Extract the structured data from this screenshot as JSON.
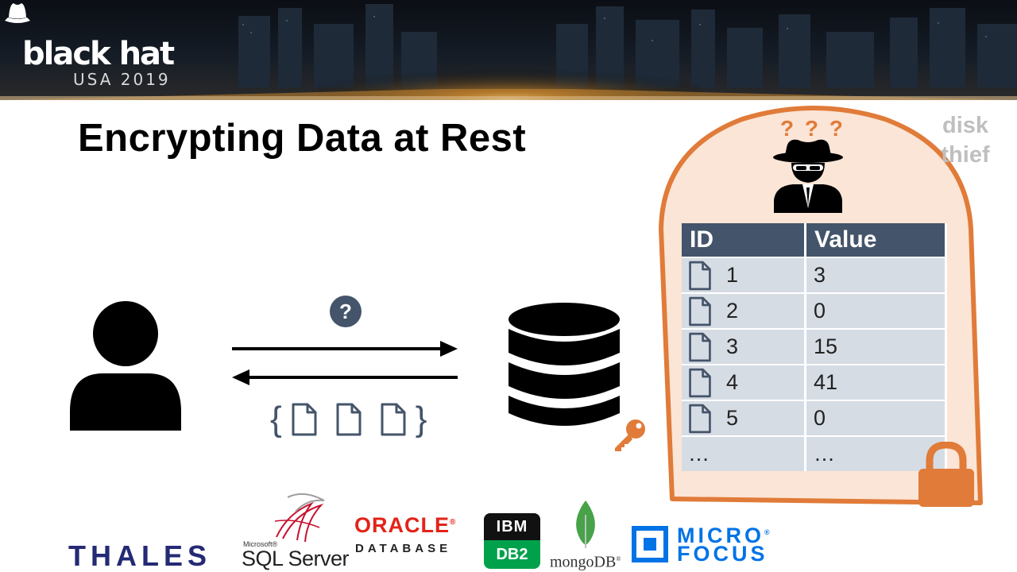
{
  "banner": {
    "brand": "black hat",
    "event": "USA 2019"
  },
  "slide": {
    "title": "Encrypting Data at Rest",
    "thief_label_line1": "disk",
    "thief_label_line2": "thief",
    "question_marks": "? ? ?"
  },
  "table": {
    "headers": [
      "ID",
      "Value"
    ],
    "rows": [
      {
        "id": "1",
        "value": "3"
      },
      {
        "id": "2",
        "value": "0"
      },
      {
        "id": "3",
        "value": "15"
      },
      {
        "id": "4",
        "value": "41"
      },
      {
        "id": "5",
        "value": "0"
      },
      {
        "id": "…",
        "value": "…"
      }
    ]
  },
  "flow": {
    "question_symbol": "?",
    "response_open": "{",
    "response_close": "}"
  },
  "logos": {
    "thales": "THALES",
    "sqlserver_small": "Microsoft®",
    "sqlserver": "SQL Server",
    "oracle": "ORACLE",
    "oracle_reg": "®",
    "oracle_sub": "DATABASE",
    "ibm": "IBM",
    "db2": "DB2",
    "mongodb": "mongoDB",
    "mongodb_reg": "®",
    "microfocus_line1": "MICRO",
    "microfocus_line2": "FOCUS",
    "microfocus_reg": "®"
  },
  "colors": {
    "accent_orange": "#e07b39",
    "vault_fill": "#fbe5d6",
    "table_header": "#44546a",
    "table_cell": "#d6dce4",
    "icon_dark": "#44546a",
    "thales_blue": "#242a75",
    "oracle_red": "#e2231a",
    "db2_green": "#00a14b",
    "mongodb_green": "#47a248",
    "microfocus_blue": "#0073e7"
  },
  "icons": [
    "black-hat-logo-icon",
    "user-icon",
    "question-circle-icon",
    "database-icon",
    "key-icon",
    "spy-icon",
    "lock-icon",
    "document-icon"
  ]
}
